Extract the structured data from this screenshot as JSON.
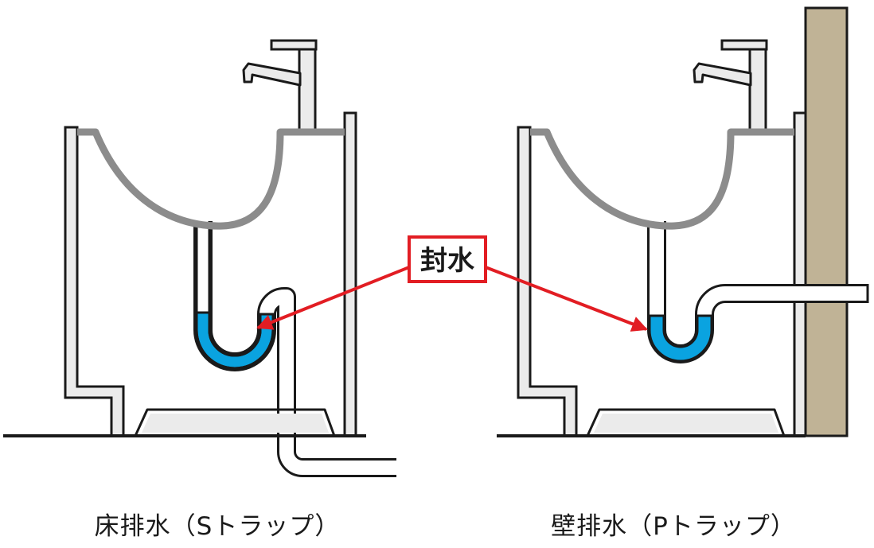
{
  "callout_label": "封水",
  "captions": {
    "floor": "床排水（Sトラップ）",
    "wall": "壁排水（Pトラップ）"
  },
  "colors": {
    "outline": "#1a1a1a",
    "cabinet_fill": "#ebebeb",
    "bowl": "#8c8c8c",
    "water": "#0aa3e0",
    "arrow": "#e21d23",
    "wall": "#c0b396"
  }
}
